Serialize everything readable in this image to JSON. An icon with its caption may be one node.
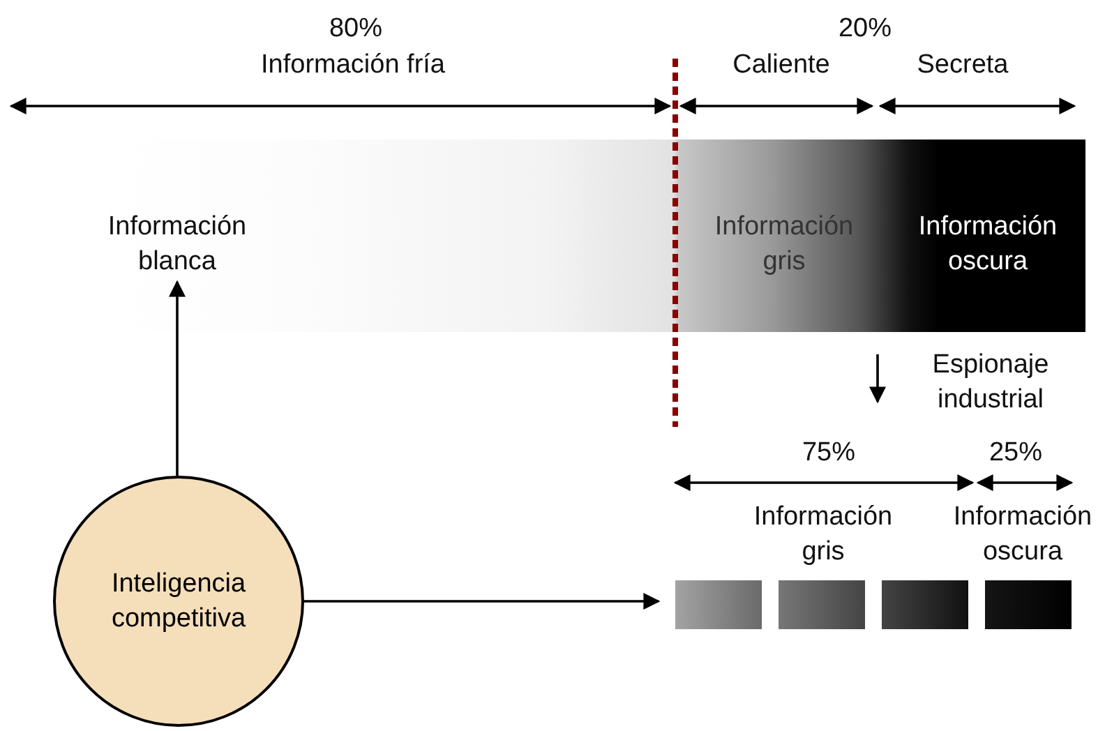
{
  "diagram": {
    "nodes": [
      {
        "text": [],
        "shape": "bar"
      },
      {
        "text": [
          "Información blanca"
        ],
        "in": 0
      },
      {
        "text": [
          "Información gris"
        ],
        "in": 0
      },
      {
        "text": [
          "Información oscura"
        ],
        "in": 0
      },
      {
        "text": [
          "Inteligencia competitiva"
        ]
      },
      {
        "text": [],
        "shape": "box"
      },
      {
        "text": [],
        "shape": "box"
      },
      {
        "text": [],
        "shape": "box"
      },
      {
        "text": [],
        "shape": "box"
      }
    ],
    "edges": [
      {
        "from": 4,
        "to": 1,
        "arrow": "to"
      },
      {
        "from": 4,
        "to": 5,
        "arrow": "to"
      }
    ],
    "labels": [
      "80%",
      "Información fría",
      "20%",
      "Caliente",
      "Secreta",
      "Espionaje industrial",
      "75%",
      "25%",
      "Información gris",
      "Información oscura"
    ]
  }
}
